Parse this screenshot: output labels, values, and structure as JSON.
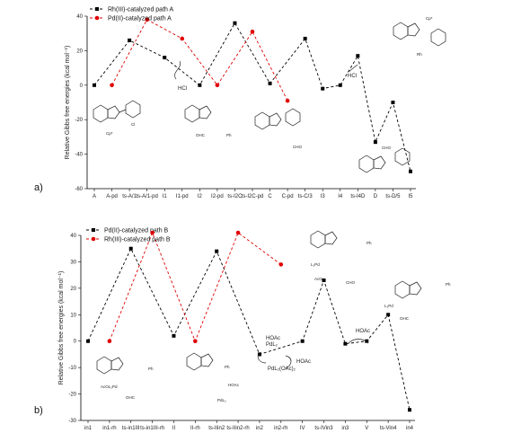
{
  "chart_data": [
    {
      "type": "line",
      "panel_label": "a)",
      "ylabel": "Relative Gibbs free energies (kcal mol⁻¹)",
      "ylim": [
        -60,
        40
      ],
      "yticks": [
        -60,
        -40,
        -20,
        0,
        20,
        40
      ],
      "grid": false,
      "legend_position": "top-left",
      "x_labels": [
        "A",
        "A-pd",
        "ts-A/1",
        "ts-A/1-pd",
        "I1",
        "I1-pd",
        "I2",
        "I2-pd",
        "ts-I2C",
        "ts-I2C-pd",
        "C",
        "C-pd",
        "ts-C/3",
        "I3",
        "I4",
        "ts-I4D",
        "D",
        "ts-D/5",
        "I5"
      ],
      "series": [
        {
          "name": "Rh(III)-catalyzed path A",
          "color": "#000000",
          "x": [
            0,
            2,
            4,
            6,
            8,
            10,
            12,
            13,
            14,
            15,
            16,
            17,
            18
          ],
          "values": [
            0,
            26,
            16,
            0,
            36,
            1,
            27,
            -2,
            0,
            17,
            -33,
            -10,
            -50
          ]
        },
        {
          "name": "Pd(II)-catalyzed path A",
          "color": "#e00000",
          "x": [
            1,
            3,
            5,
            7,
            9,
            11
          ],
          "values": [
            0,
            38,
            27,
            0,
            31,
            -9
          ]
        }
      ]
    },
    {
      "type": "line",
      "panel_label": "b)",
      "ylabel": "Relative Gibbs free energies (kcal mol⁻¹)",
      "ylim": [
        -30,
        40
      ],
      "yticks": [
        -30,
        -20,
        -10,
        0,
        10,
        20,
        30,
        40
      ],
      "grid": false,
      "legend_position": "top-left",
      "x_labels": [
        "in1",
        "in1-rh",
        "ts-in1III",
        "ts-in1III-rh",
        "II",
        "II-rh",
        "ts-IIin2",
        "ts-IIin2-rh",
        "in2",
        "in2-rh",
        "IV",
        "ts-IVin3",
        "in3",
        "V",
        "ts-Vin4",
        "in4"
      ],
      "series": [
        {
          "name": "Pd(II)-catalyzed path B",
          "color": "#000000",
          "x": [
            0,
            2,
            4,
            6,
            8,
            10,
            11,
            12,
            13,
            14,
            15
          ],
          "values": [
            0,
            35,
            2,
            34,
            -5,
            0,
            23,
            -1,
            0,
            10,
            -26
          ]
        },
        {
          "name": "Rh(III)-catalyzed path B",
          "color": "#e00000",
          "x": [
            1,
            3,
            5,
            7,
            9
          ],
          "values": [
            0,
            41,
            0,
            41,
            29
          ]
        }
      ]
    }
  ],
  "annotations": {
    "hcl_a1": "HCl",
    "hcl_a2": "HCl",
    "hoac_b1": "HOAc",
    "pdl2_b1": "PdL₂",
    "pdl2oac2_b": "PdL₂(OAc)₂",
    "hoac_b2": "HOAc",
    "hoac_b3": "HOAc"
  },
  "molecule_labels": {
    "a_cp": "Cp*",
    "a_cl": "Cl",
    "a_oh": "OHC",
    "a_ph": "Ph",
    "a_cho": "CHO",
    "a_rh": "Rh",
    "b_l2pd": "L₂Pd",
    "b_aco": "AcO",
    "b_ohc": "OHC",
    "b_cho": "CHO",
    "b_ph": "Ph",
    "b_acol2pd": "AcOL₂Pd",
    "b_hoac": "HOAc",
    "b_pdl2": "PdL₂"
  }
}
